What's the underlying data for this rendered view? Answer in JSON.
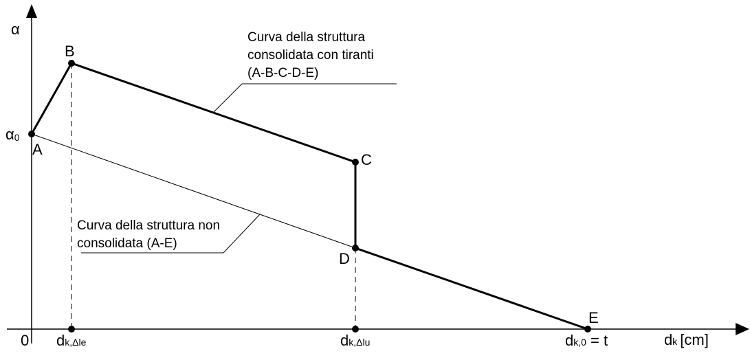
{
  "axes": {
    "y_label": "α",
    "y_marker": "α",
    "y_marker_sub": "0",
    "origin": "0",
    "x_label_main": "d",
    "x_label_sub": "k",
    "x_label_unit": "[cm]"
  },
  "points": {
    "A": "A",
    "B": "B",
    "C": "C",
    "D": "D",
    "E": "E"
  },
  "x_ticks": [
    {
      "main": "d",
      "sub": "k,Δle",
      "suffix": ""
    },
    {
      "main": "d",
      "sub": "k,Δlu",
      "suffix": ""
    },
    {
      "main": "d",
      "sub": "k,0",
      "suffix": " = t"
    }
  ],
  "annotations": {
    "consolidated": [
      "Curva della struttura",
      "consolidata con tiranti",
      "(A-B-C-D-E)"
    ],
    "non_consolidated": [
      "Curva della struttura non",
      "consolidata (A-E)"
    ]
  }
}
